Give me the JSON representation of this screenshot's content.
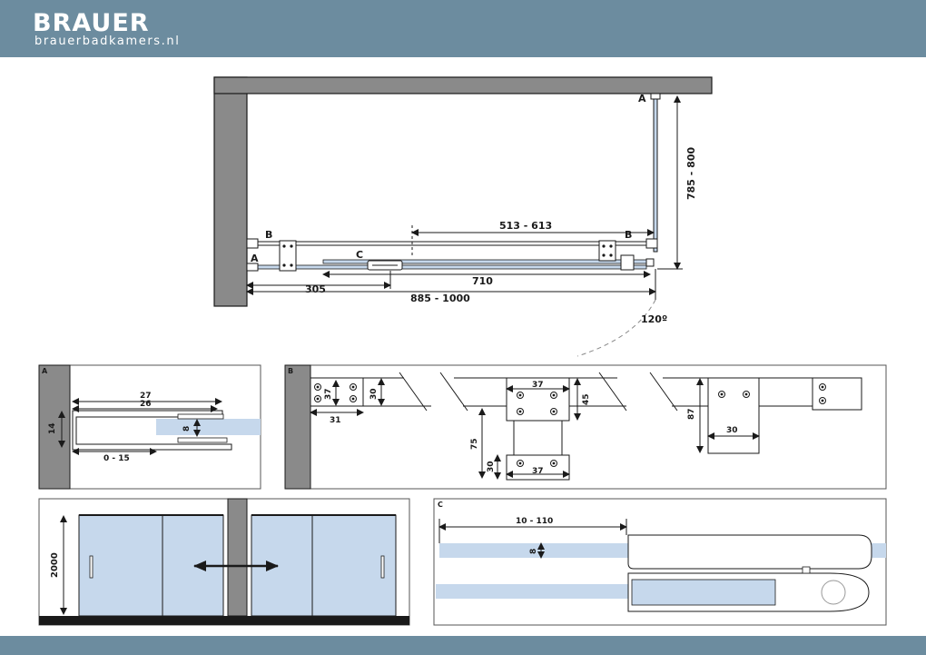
{
  "brand": {
    "name": "BRAUER",
    "website": "brauerbadkamers.nl"
  },
  "colors": {
    "header": "#6c8c9f",
    "wall": "#8a8a8a",
    "glass": "#c6d8ec",
    "line": "#1a1a1a"
  },
  "top_plan": {
    "label_a_top": "A",
    "label_a_bottom": "A",
    "label_b_left": "B",
    "label_b_right": "B",
    "label_c": "C",
    "dim_slide": "513 - 613",
    "dim_side": "785 - 800",
    "dim_710": "710",
    "dim_305": "305",
    "dim_total": "885 - 1000",
    "angle": "120º"
  },
  "detail_a": {
    "tag": "A",
    "dim_27": "27",
    "dim_26": "26",
    "dim_14": "14",
    "dim_8": "8",
    "dim_range": "0 - 15"
  },
  "detail_b": {
    "tag": "B",
    "dim_37_v": "37",
    "dim_30_v": "30",
    "dim_31": "31",
    "dim_37_top": "37",
    "dim_45": "45",
    "dim_75": "75",
    "dim_30_low": "30",
    "dim_37_bottom": "37",
    "dim_87": "87",
    "dim_30_right": "30"
  },
  "elevation": {
    "dim_height": "2000"
  },
  "detail_c": {
    "tag": "C",
    "dim_range": "10 - 110",
    "dim_8": "8"
  }
}
